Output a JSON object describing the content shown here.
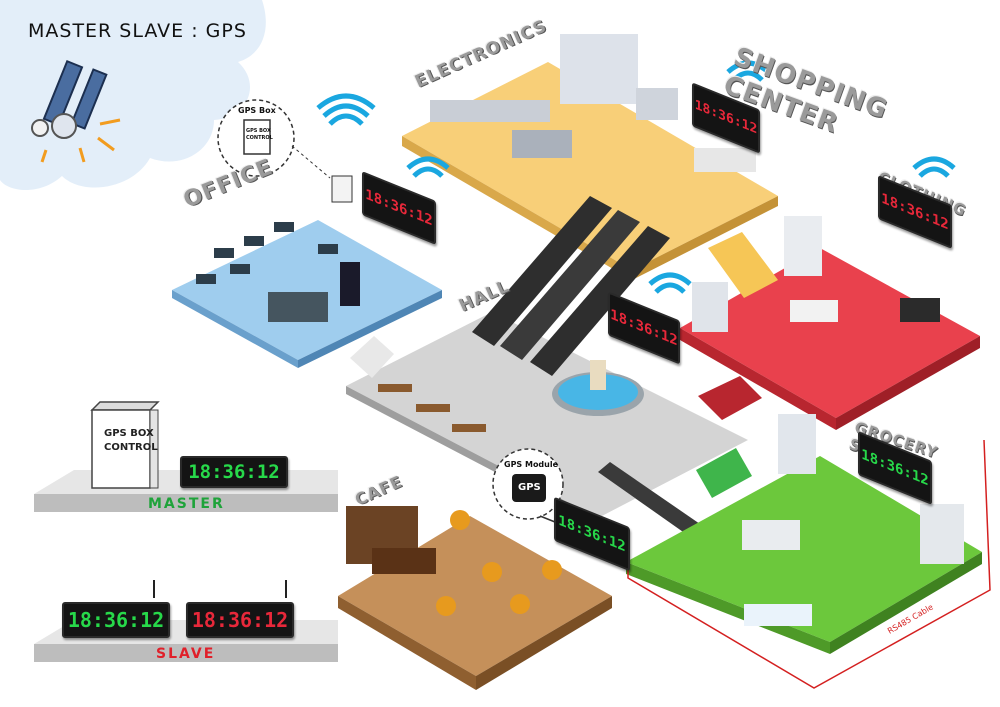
{
  "title": "MASTER SLAVE : GPS",
  "heading": "SHOPPING CENTER",
  "areas": {
    "office": "OFFICE",
    "electronics": "ELECTRONICS",
    "clothing": "CLOTHING",
    "hall": "HALL",
    "grocery": "GROCERY STORE",
    "cafe": "CAFE"
  },
  "gps_box": {
    "caption": "GPS Box",
    "line1": "GPS BOX",
    "line2": "CONTROL"
  },
  "gps_module": {
    "caption": "GPS Module",
    "label": "GPS"
  },
  "legend": {
    "box_line1": "GPS BOX",
    "box_line2": "CONTROL",
    "master": "MASTER",
    "slave": "SLAVE"
  },
  "clock_time": "18:36:12",
  "cable_label": "RS485 Cable",
  "colors": {
    "red_display": "#e8283a",
    "green_display": "#27d94a",
    "master_label": "#1fa33a",
    "slave_label": "#e0202a",
    "wifi": "#1aa7e0"
  }
}
